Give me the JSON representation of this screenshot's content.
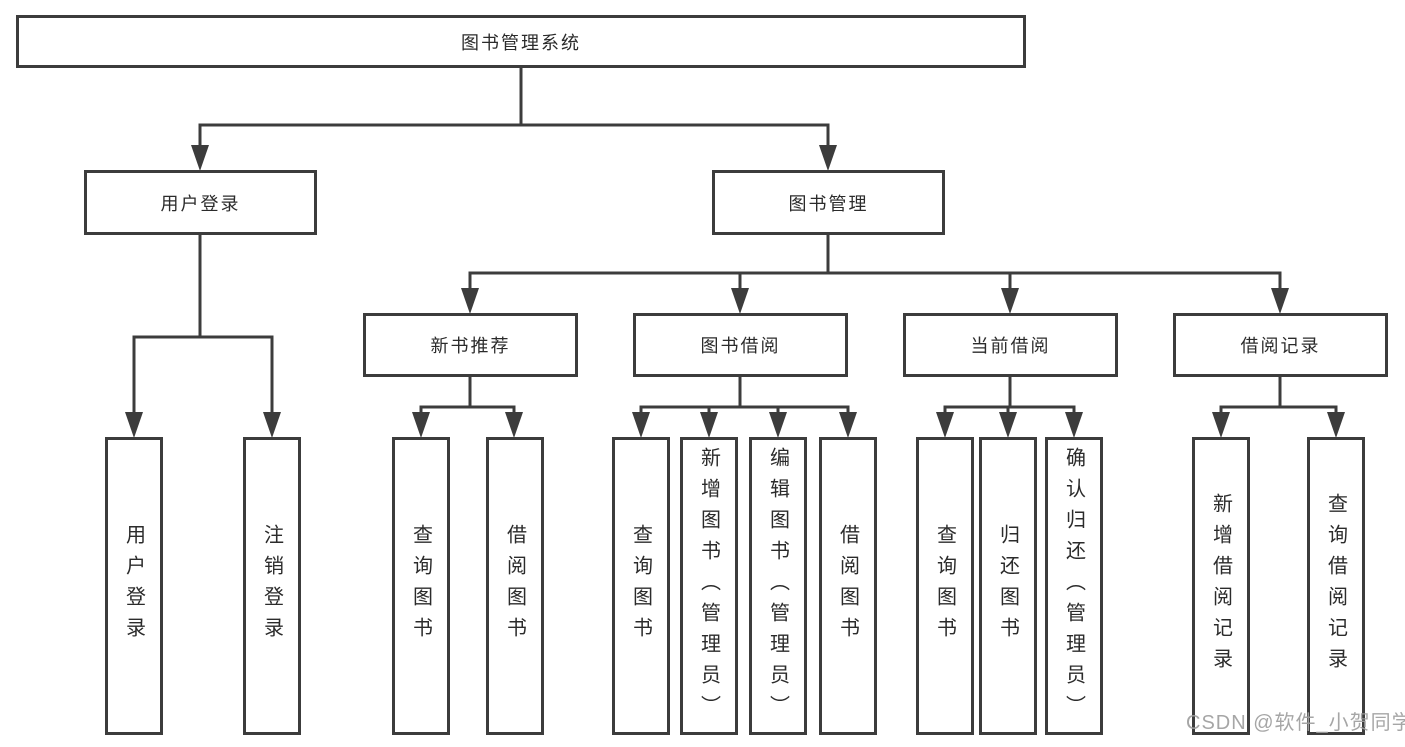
{
  "diagram": {
    "type": "tree",
    "root": {
      "label": "图书管理系统"
    },
    "branches": [
      {
        "label": "用户登录",
        "children": [
          {
            "label": "用户登录"
          },
          {
            "label": "注销登录"
          }
        ]
      },
      {
        "label": "图书管理",
        "children": [
          {
            "label": "新书推荐",
            "children": [
              {
                "label": "查询图书"
              },
              {
                "label": "借阅图书"
              }
            ]
          },
          {
            "label": "图书借阅",
            "children": [
              {
                "label": "查询图书"
              },
              {
                "label": "新增图书（管理员）"
              },
              {
                "label": "编辑图书（管理员）"
              },
              {
                "label": "借阅图书"
              }
            ]
          },
          {
            "label": "当前借阅",
            "children": [
              {
                "label": "查询图书"
              },
              {
                "label": "归还图书"
              },
              {
                "label": "确认归还（管理员）"
              }
            ]
          },
          {
            "label": "借阅记录",
            "children": [
              {
                "label": "新增借阅记录"
              },
              {
                "label": "查询借阅记录"
              }
            ]
          }
        ]
      }
    ]
  },
  "watermark": {
    "text": "CSDN @软件_小贺同学"
  },
  "colors": {
    "line": "#3c3c3c",
    "box_border": "#3c3c3c",
    "text": "#2b2b2b",
    "watermark": "#9e9e9e",
    "background": "#ffffff"
  }
}
